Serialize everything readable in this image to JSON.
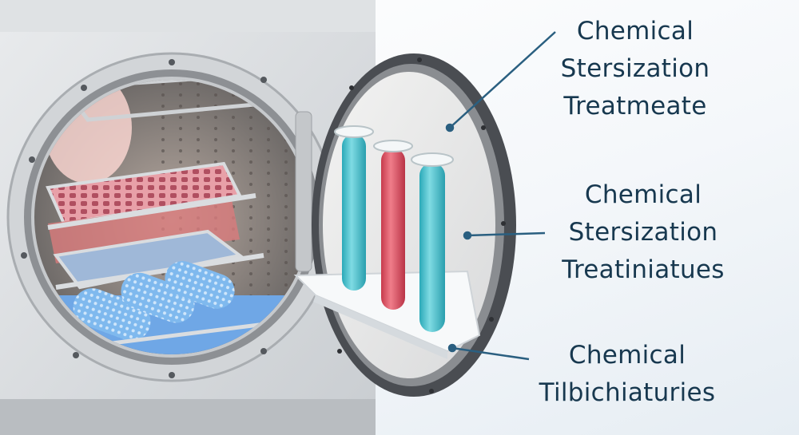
{
  "labels": [
    {
      "lines": [
        "Chemical",
        "Stersization",
        "Treatmeate"
      ]
    },
    {
      "lines": [
        "Chemical",
        "Stersization",
        "Treatiniatues"
      ]
    },
    {
      "lines": [
        "Chemical",
        "Tilbichiaturies"
      ]
    }
  ],
  "colors": {
    "label_text": "#17384f",
    "leader_line": "#2a5f80",
    "tube_cyan": "#4fc3cf",
    "tube_red": "#e05a6a",
    "door_rim": "#4a4d52"
  }
}
